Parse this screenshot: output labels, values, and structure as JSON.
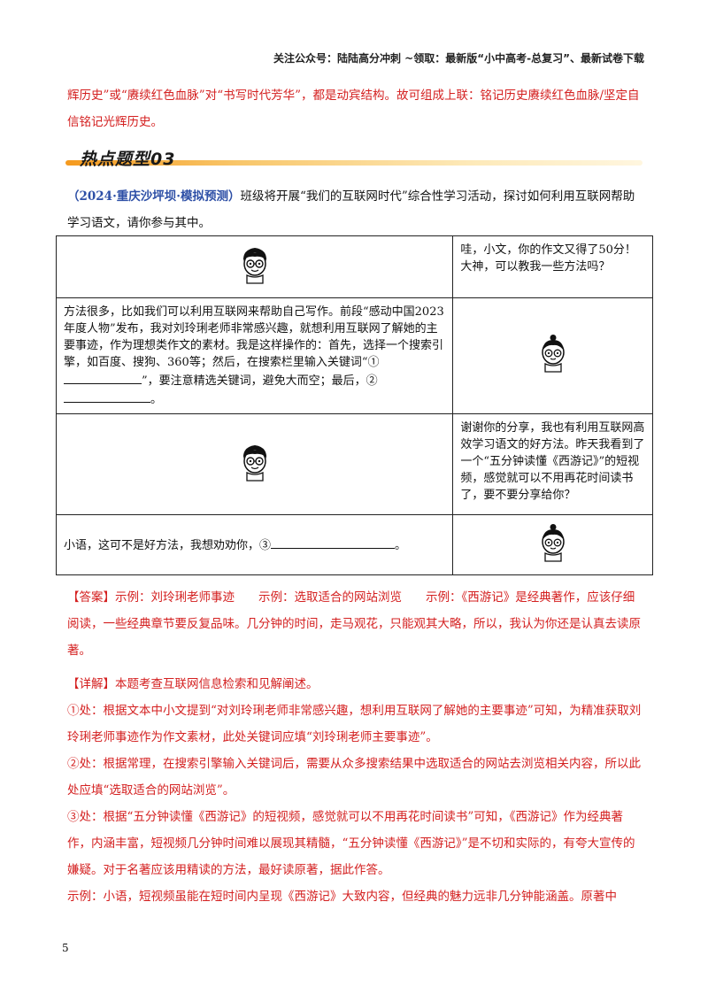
{
  "header": {
    "text": "关注公众号：陆陆高分冲刺 ~领取：最新版“小中高考-总复习”、最新试卷下载"
  },
  "prev": {
    "text": "辉历史”或“赓续红色血脉”对“书写时代芳华”，都是动宾结构。故可组成上联：铭记历史赓续红色血脉/坚定自信铭记光辉历史。"
  },
  "section": {
    "title": "热点题型03"
  },
  "intro": {
    "source": "（2024·重庆沙坪坝·模拟预测）",
    "text": "班级将开展“我们的互联网时代”综合性学习活动，探讨如何利用互联网帮助学习语文，请你参与其中。"
  },
  "dialog": {
    "row1_right": "哇，小文，你的作文又得了50分！大神，可以教我一些方法吗？",
    "row2_left_a": "方法很多，比如我们可以利用互联网来帮助自己写作。前段“感动中国2023年度人物”发布，我对刘玲琍老师非常感兴趣，就想利用互联网了解她的主要事迹，作为理想类作文的素材。我是这样操作的：首先，选择一个搜索引擎，如百度、搜狗、360等；然后，在搜索栏里输入关键词“①",
    "row2_left_b": "”，要注意精选关键词，避免大而空；最后，②",
    "row2_left_c": "。",
    "row3_right": "谢谢你的分享，我也有利用互联网高效学习语文的好方法。昨天我看到了一个“五分钟读懂《西游记》”的短视频，感觉就可以不用再花时间读书了，要不要分享给你？",
    "row4_left_a": "小语，这可不是好方法，我想劝劝你，③",
    "row4_left_b": "。"
  },
  "answer": {
    "label": "【答案】",
    "text": "示例：刘玲琍老师事迹　　示例：选取适合的网站浏览　　示例：《西游记》是经典著作，应该仔细阅读，一些经典章节要反复品味。几分钟的时间，走马观花，只能观其大略，所以，我认为你还是认真去读原著。"
  },
  "detail": {
    "label": "【详解】",
    "intro": "本题考查互联网信息检索和见解阐述。",
    "p1": "①处：根据文本中小文提到“对刘玲琍老师非常感兴趣，想利用互联网了解她的主要事迹”可知，为精准获取刘玲琍老师事迹作为作文素材，此处关键词应填“刘玲琍老师主要事迹”。",
    "p2": "②处：根据常理，在搜索引擎输入关键词后，需要从众多搜索结果中选取适合的网站去浏览相关内容，所以此处应填“选取适合的网站浏览”。",
    "p3": "③处：根据“五分钟读懂《西游记》的短视频，感觉就可以不用再花时间读书”可知，《西游记》作为经典著作，内涵丰富，短视频几分钟时间难以展现其精髓，“五分钟读懂《西游记》”是不切和实际的，有夸大宣传的嫌疑。对于名著应该用精读的方法，最好读原著，据此作答。",
    "p4": "示例：小语，短视频虽能在短时间内呈现《西游记》大致内容，但经典的魅力远非几分钟能涵盖。原著中"
  },
  "page": {
    "number": "5"
  }
}
